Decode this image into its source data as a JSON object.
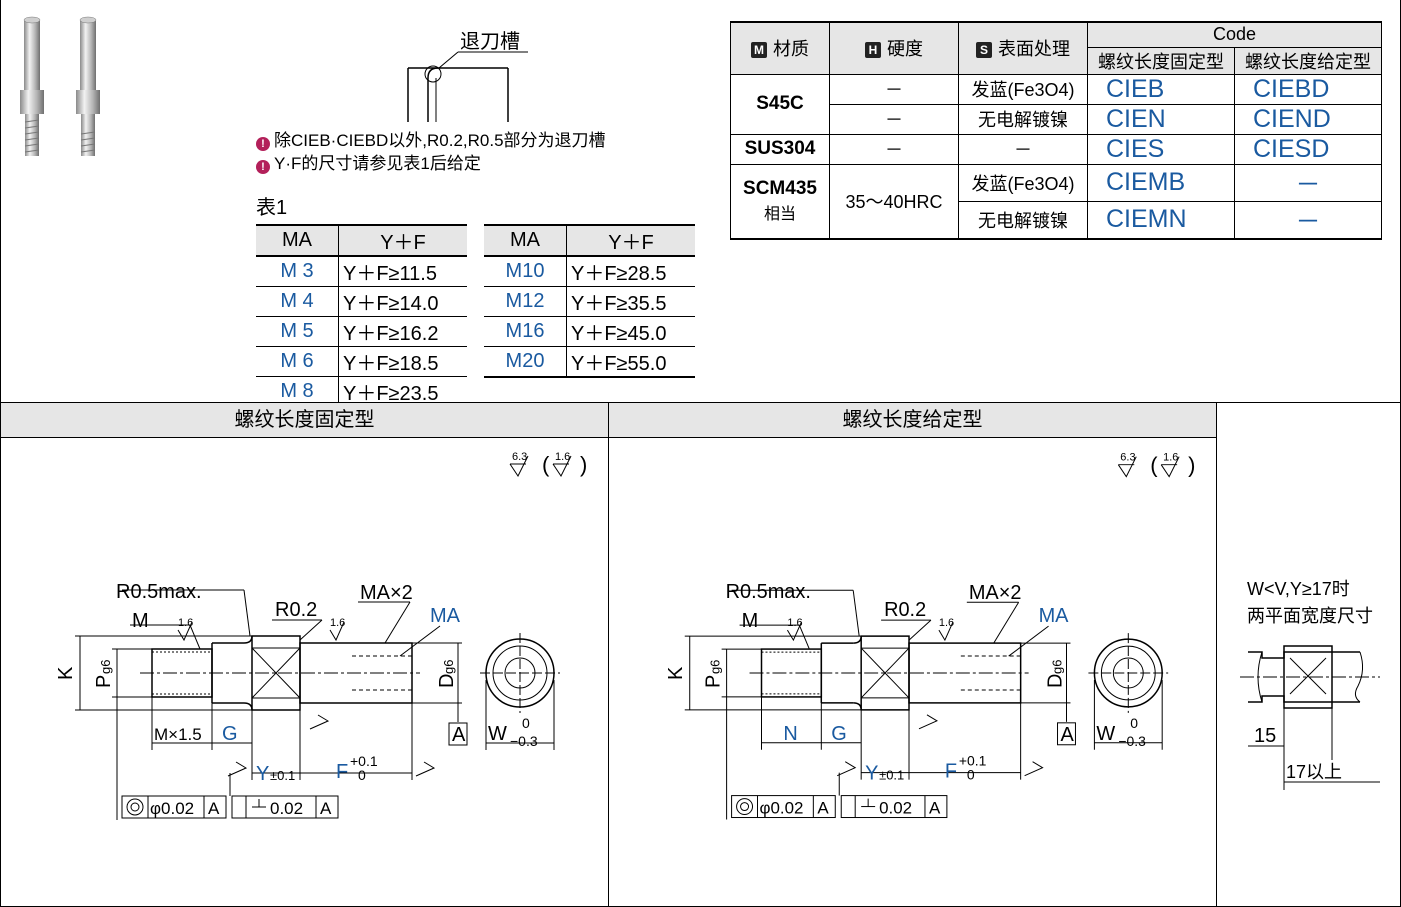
{
  "groove": {
    "label": "退刀槽",
    "note1": "除CIEB·CIEBD以外,R0.2,R0.5部分为退刀槽",
    "note2": "Y·F的尺寸请参见表1后给定"
  },
  "table1": {
    "title": "表1",
    "col_ma": "MA",
    "col_yf": "Y＋F",
    "left_rows": [
      {
        "ma": "M 3",
        "yf": "Y＋F≥11.5"
      },
      {
        "ma": "M 4",
        "yf": "Y＋F≥14.0"
      },
      {
        "ma": "M 5",
        "yf": "Y＋F≥16.2"
      },
      {
        "ma": "M 6",
        "yf": "Y＋F≥18.5"
      },
      {
        "ma": "M 8",
        "yf": "Y＋F≥23.5"
      }
    ],
    "right_rows": [
      {
        "ma": "M10",
        "yf": "Y＋F≥28.5"
      },
      {
        "ma": "M12",
        "yf": "Y＋F≥35.5"
      },
      {
        "ma": "M16",
        "yf": "Y＋F≥45.0"
      },
      {
        "ma": "M20",
        "yf": "Y＋F≥55.0"
      }
    ]
  },
  "material_table": {
    "headers": {
      "material_badge": "M",
      "material": "材质",
      "hardness_badge": "H",
      "hardness": "硬度",
      "surface_badge": "S",
      "surface": "表面处理",
      "code": "Code",
      "fixed": "螺纹长度固定型",
      "given": "螺纹长度给定型"
    },
    "rows": [
      {
        "material": "S45C",
        "hardness": "－",
        "surface": "发蓝(Fe3O4)",
        "fixed": "CIEB",
        "given": "CIEBD"
      },
      {
        "hardness": "－",
        "surface": "无电解镀镍",
        "fixed": "CIEN",
        "given": "CIEND"
      },
      {
        "material": "SUS304",
        "hardness": "－",
        "surface": "－",
        "fixed": "CIES",
        "given": "CIESD"
      },
      {
        "material": "SCM435",
        "material_sub": "相当",
        "hardness": "35～40HRC",
        "surface": "发蓝(Fe3O4)",
        "fixed": "CIEMB",
        "given": "－"
      },
      {
        "surface": "无电解镀镍",
        "fixed": "CIEMN",
        "given": "－"
      }
    ]
  },
  "sections": {
    "fixed_title": "螺纹长度固定型",
    "given_title": "螺纹长度给定型",
    "side_note_line1": "W<V,Y≥17时",
    "side_note_line2": "两平面宽度尺寸",
    "side_dim_15": "15",
    "side_dim_17": "17以上"
  },
  "drawing": {
    "r05": "R0.5max.",
    "r02": "R0.2",
    "m": "M",
    "ma_x2": "MA×2",
    "ma": "MA",
    "k": "K",
    "p": "P",
    "p_sub": "g6",
    "d": "D",
    "d_sub": "g6",
    "w": "W",
    "w_tol_up": "0",
    "w_tol_dn": "−0.3",
    "mx15": "M×1.5",
    "n": "N",
    "g": "G",
    "y": "Y",
    "y_tol": "±0.1",
    "f": "F",
    "f_tol_up": "+0.1",
    "f_tol_dn": "0",
    "rough_16": "1.6",
    "rough_63": "6.3",
    "datum_a": "A",
    "coax_tol": "φ0.02",
    "perp_tol": "0.02"
  }
}
